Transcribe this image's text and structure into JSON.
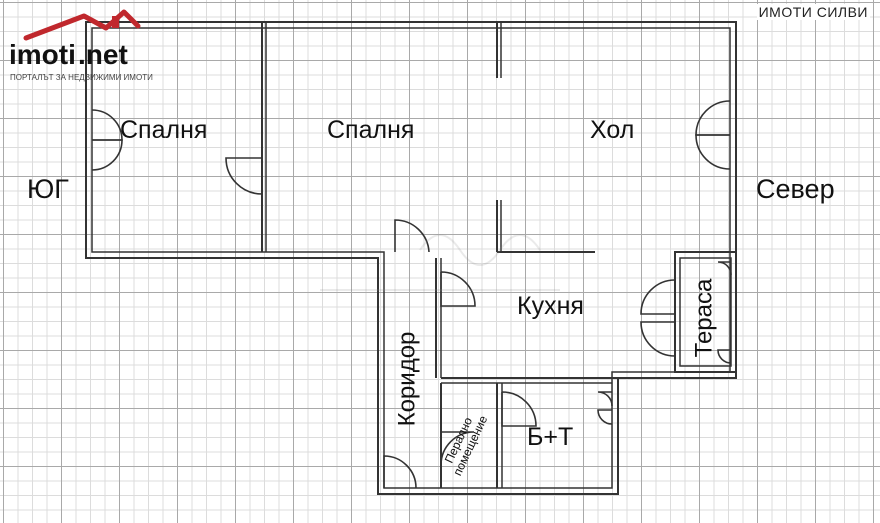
{
  "brand": {
    "logo_text_main": "imoti",
    "logo_text_tld": ".net",
    "logo_tagline": "ПОРТАЛЪТ ЗА НЕДВИЖИМИ ИМОТИ",
    "agency": "ИМОТИ СИЛВИ",
    "colors": {
      "logo_red": "#c0282d",
      "logo_black": "#111111"
    }
  },
  "rooms": {
    "bedroom_1": "Спалня",
    "bedroom_2": "Спалня",
    "hall": "Хол",
    "kitchen": "Кухня",
    "terrace": "Тераса",
    "corridor": "Коридор",
    "laundry": "Перално помещение",
    "bath_wc": "Б+Т"
  },
  "orientation": {
    "south": "ЮГ",
    "north": "Север"
  }
}
